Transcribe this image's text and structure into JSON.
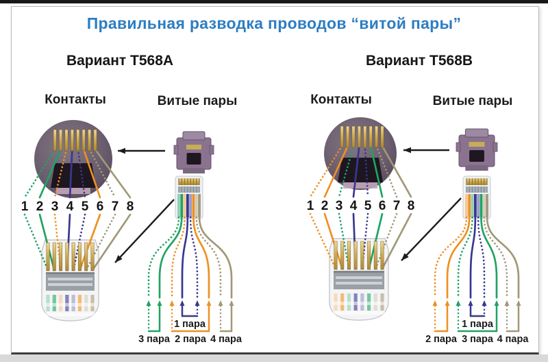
{
  "header": {
    "title": "Правильная разводка проводов “витой пары”"
  },
  "colors": {
    "title": "#2d7dc2",
    "green": "#1fa363",
    "orange": "#ee9022",
    "blue": "#38388f",
    "brown": "#a29878"
  },
  "variants": [
    {
      "name": "Вариант T568A",
      "contacts_label": "Контакты",
      "pairs_label": "Витые пары",
      "pin_numbers": [
        "1",
        "2",
        "3",
        "4",
        "5",
        "6",
        "7",
        "8"
      ],
      "pin_wires": [
        {
          "name": "white-green",
          "color": "green",
          "style": "dashed"
        },
        {
          "name": "green",
          "color": "green",
          "style": "solid"
        },
        {
          "name": "white-orange",
          "color": "orange",
          "style": "dashed"
        },
        {
          "name": "blue",
          "color": "blue",
          "style": "solid"
        },
        {
          "name": "white-blue",
          "color": "blue",
          "style": "dashed"
        },
        {
          "name": "orange",
          "color": "orange",
          "style": "solid"
        },
        {
          "name": "white-brown",
          "color": "brown",
          "style": "dashed"
        },
        {
          "name": "brown",
          "color": "brown",
          "style": "solid"
        }
      ],
      "pairs": [
        {
          "label": "1 пара",
          "color": "blue",
          "wires": [
            3,
            4
          ]
        },
        {
          "label": "2 пара",
          "color": "orange",
          "wires": [
            2,
            5
          ]
        },
        {
          "label": "3 пара",
          "color": "green",
          "wires": [
            0,
            1
          ]
        },
        {
          "label": "4 пара",
          "color": "brown",
          "wires": [
            6,
            7
          ]
        }
      ]
    },
    {
      "name": "Вариант T568B",
      "contacts_label": "Контакты",
      "pairs_label": "Витые пары",
      "pin_numbers": [
        "1",
        "2",
        "3",
        "4",
        "5",
        "6",
        "7",
        "8"
      ],
      "pin_wires": [
        {
          "name": "white-orange",
          "color": "orange",
          "style": "dashed"
        },
        {
          "name": "orange",
          "color": "orange",
          "style": "solid"
        },
        {
          "name": "white-green",
          "color": "green",
          "style": "dashed"
        },
        {
          "name": "blue",
          "color": "blue",
          "style": "solid"
        },
        {
          "name": "white-blue",
          "color": "blue",
          "style": "dashed"
        },
        {
          "name": "green",
          "color": "green",
          "style": "solid"
        },
        {
          "name": "white-brown",
          "color": "brown",
          "style": "dashed"
        },
        {
          "name": "brown",
          "color": "brown",
          "style": "solid"
        }
      ],
      "pairs": [
        {
          "label": "1 пара",
          "color": "blue",
          "wires": [
            3,
            4
          ]
        },
        {
          "label": "2 пара",
          "color": "orange",
          "wires": [
            0,
            1
          ]
        },
        {
          "label": "3 пара",
          "color": "green",
          "wires": [
            2,
            5
          ]
        },
        {
          "label": "4 пара",
          "color": "brown",
          "wires": [
            6,
            7
          ]
        }
      ]
    }
  ]
}
